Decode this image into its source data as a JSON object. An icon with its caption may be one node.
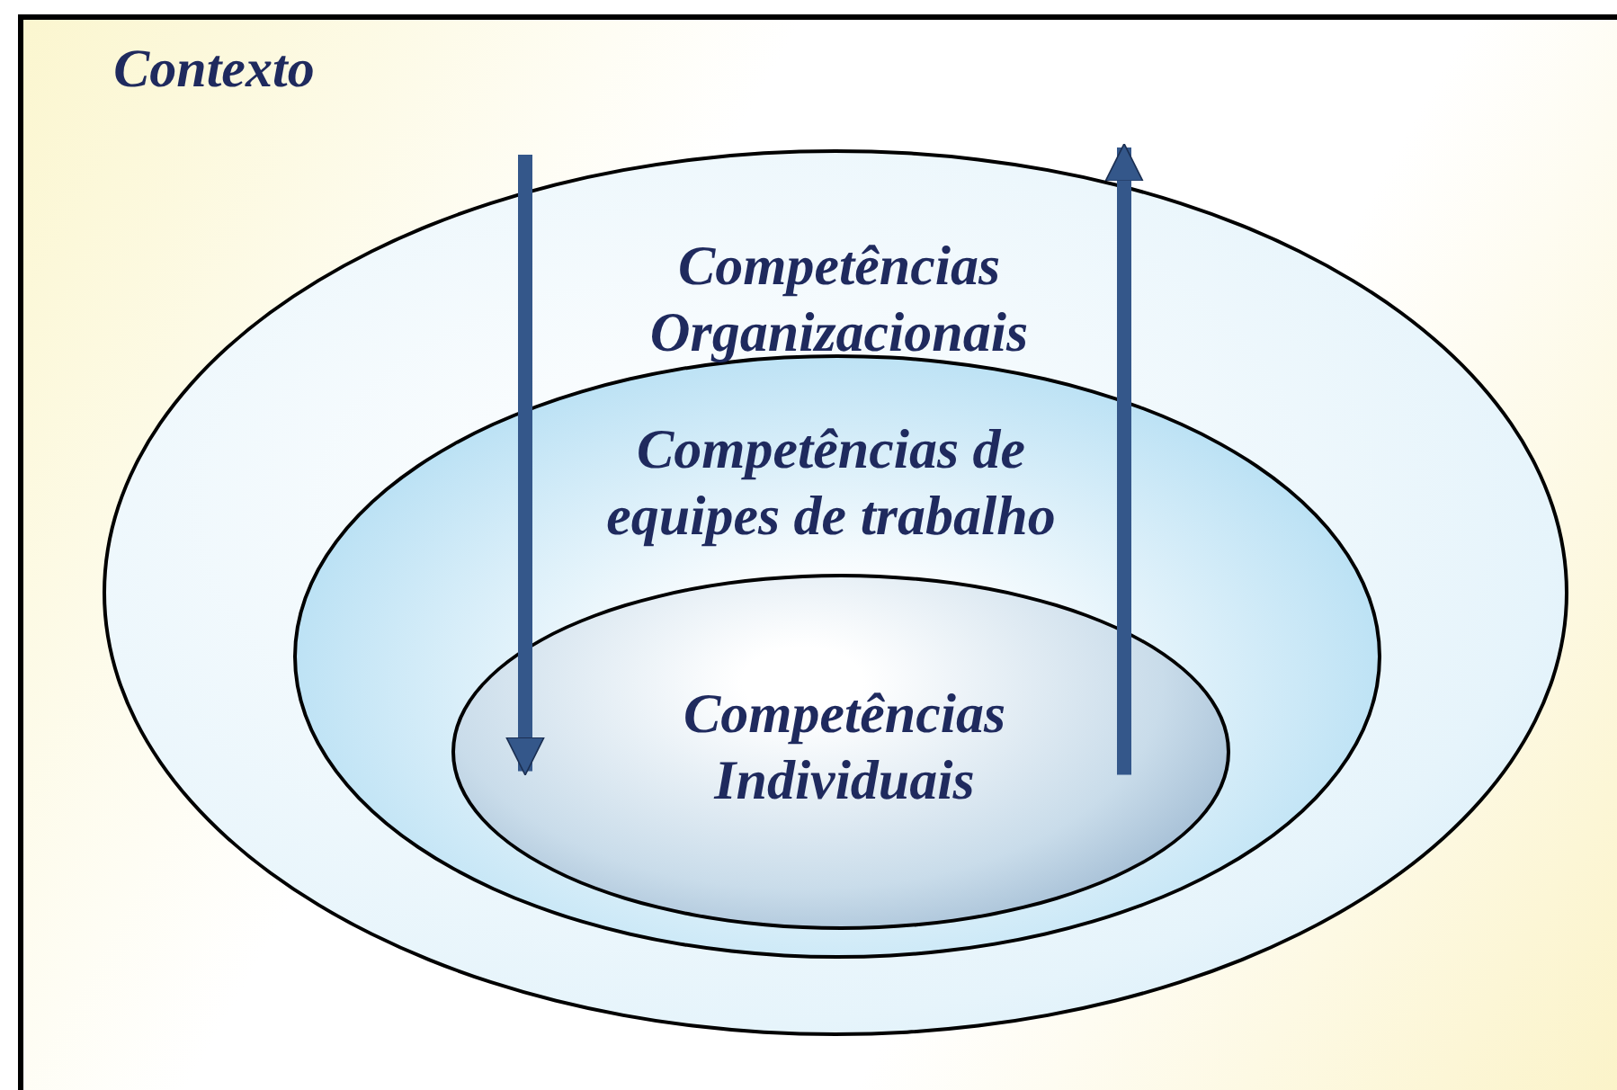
{
  "diagram": {
    "nodes": [
      {
        "text": [
          "Contexto"
        ]
      },
      {
        "text": [
          "Competências Organizacionais"
        ],
        "in": 0
      },
      {
        "text": [
          "Competências de equipes de trabalho"
        ],
        "in": 1
      },
      {
        "text": [
          "Competências Individuais"
        ],
        "in": 2
      }
    ],
    "edges": [
      {
        "from": null,
        "to": 3,
        "arrow": "to"
      },
      {
        "from": 3,
        "to": null,
        "arrow": "to"
      }
    ]
  }
}
